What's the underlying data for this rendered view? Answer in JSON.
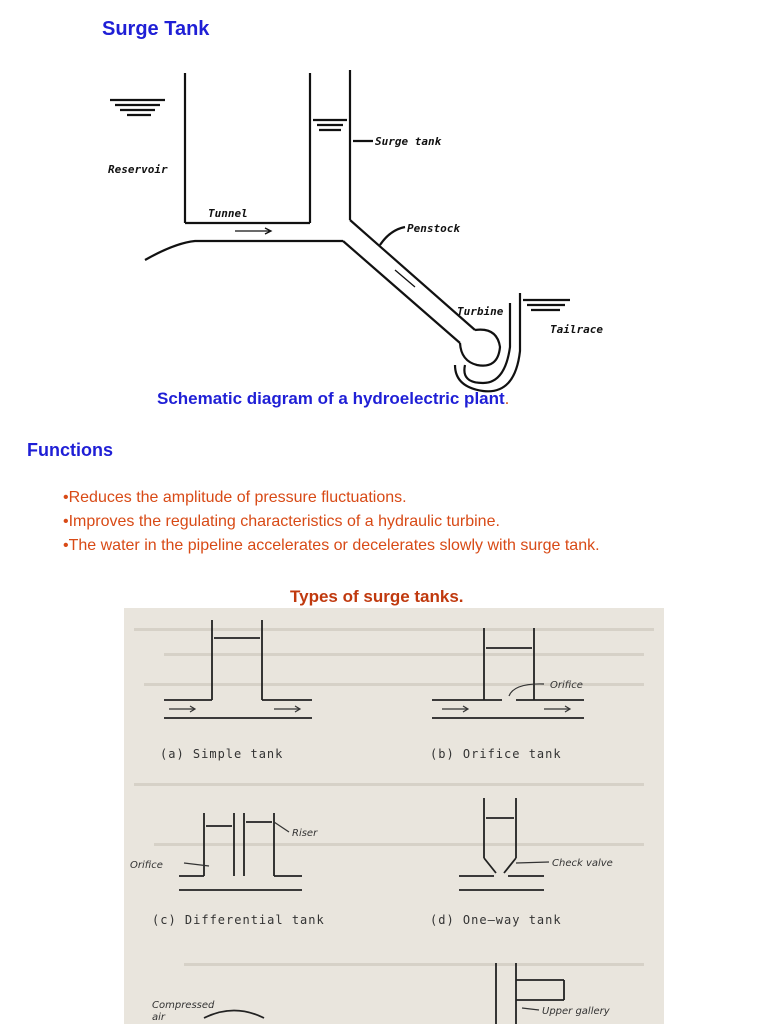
{
  "title": "Surge Tank",
  "diagram1": {
    "labels": {
      "reservoir": "Reservoir",
      "surge_tank": "Surge tank",
      "tunnel": "Tunnel",
      "penstock": "Penstock",
      "turbine": "Turbine",
      "tailrace": "Tailrace"
    }
  },
  "caption": {
    "text": "Schematic diagram of a hydroelectric plant",
    "period": "."
  },
  "functions": {
    "heading": "Functions",
    "items": [
      "•Reduces the amplitude of pressure fluctuations.",
      "•Improves the regulating characteristics of a hydraulic turbine.",
      "•The water in the pipeline accelerates or decelerates slowly with surge tank."
    ]
  },
  "types": {
    "heading": "Types of surge tanks.",
    "labels": {
      "a": "(a)  Simple  tank",
      "b": "(b)  Orifice  tank",
      "c": "(c)  Differential  tank",
      "d": "(d)  One–way  tank",
      "orifice_b": "Orifice",
      "riser": "Riser",
      "orifice_c": "Orifice",
      "check_valve": "Check valve",
      "compressed_air": "Compressed",
      "compressed_air2": "air",
      "upper_gallery": "Upper gallery"
    }
  }
}
